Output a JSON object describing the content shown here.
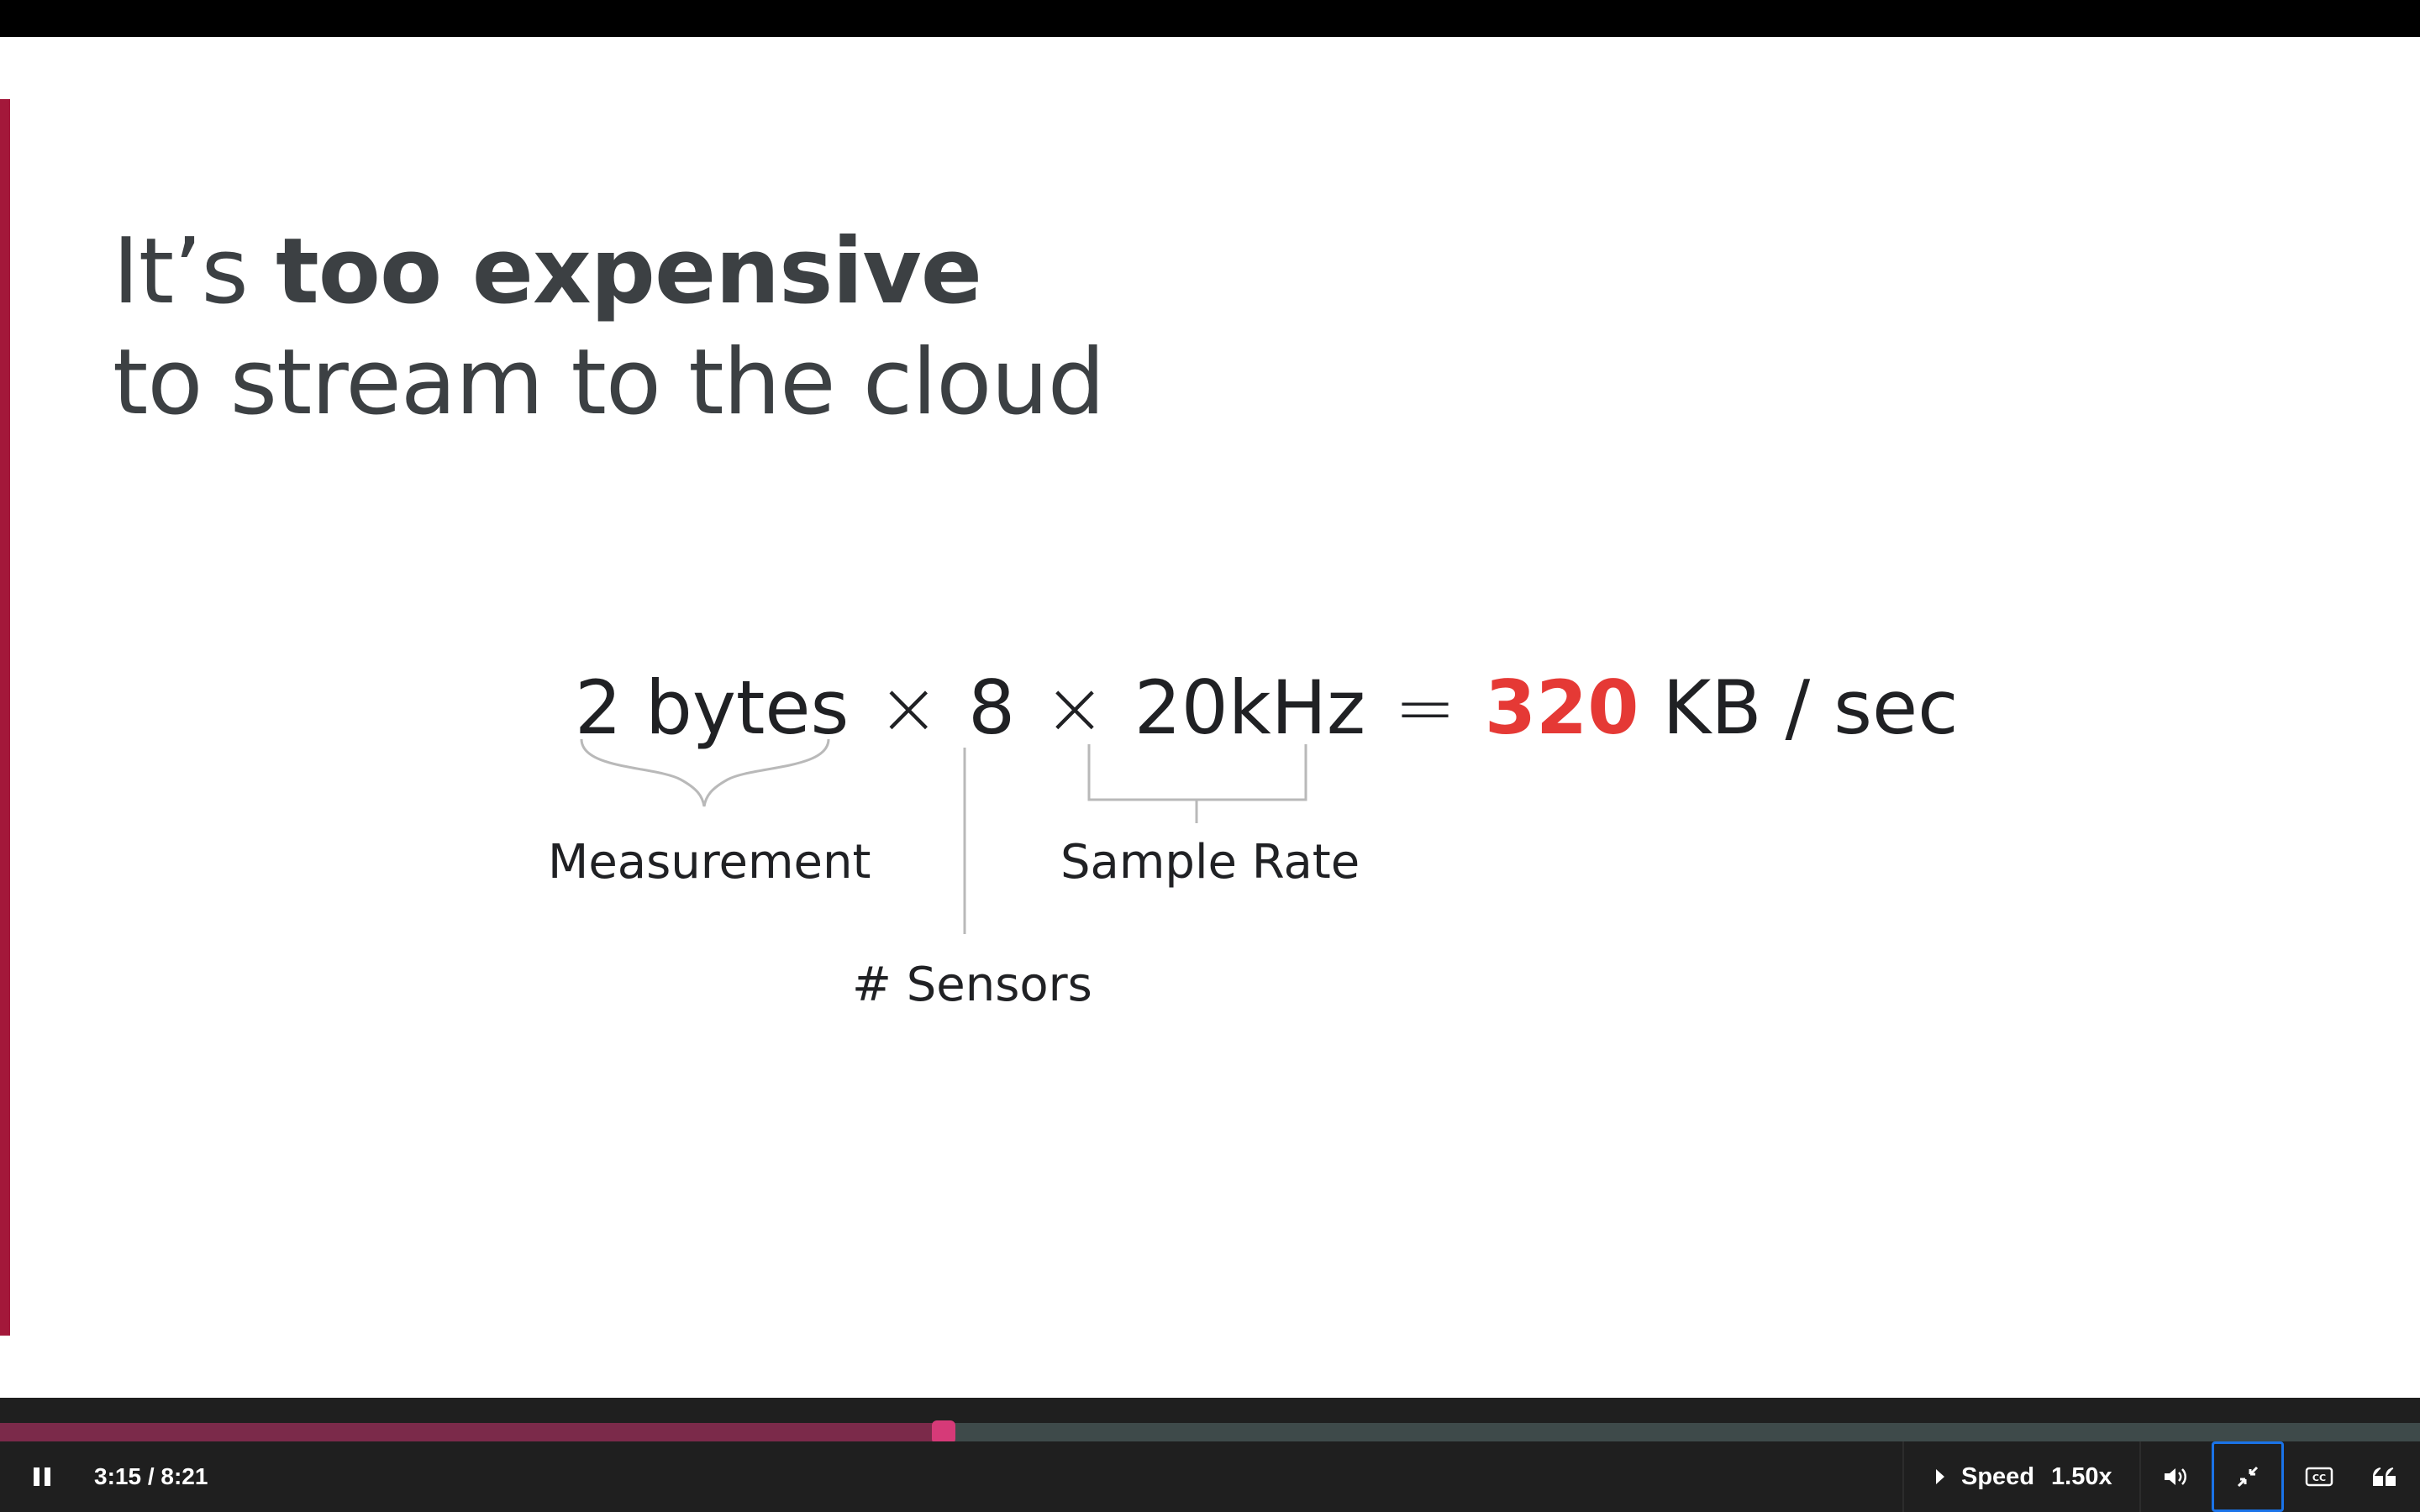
{
  "slide": {
    "title_line1_prefix": "It’s ",
    "title_line1_bold": "too expensive",
    "title_line2": "to stream to the cloud",
    "equation": {
      "term1": "2 bytes",
      "op1": "×",
      "term2": "8",
      "op2": "×",
      "term3": "20kHz",
      "equals": "=",
      "result": "320",
      "unit": "KB / sec"
    },
    "labels": {
      "measurement": "Measurement",
      "sample_rate": "Sample Rate",
      "sensors": "# Sensors"
    },
    "colors": {
      "accent": "#a3183a",
      "result": "#e53935",
      "title": "#3c4043"
    }
  },
  "player": {
    "time_display": "3:15 / 8:21",
    "progress_fraction": 0.39,
    "speed_label": "Speed",
    "speed_value": "1.50x",
    "icons": {
      "play_pause": "pause-icon",
      "volume": "volume-icon",
      "fullscreen": "exit-fullscreen-icon",
      "captions": "cc-icon",
      "transcript": "quote-icon"
    },
    "colors": {
      "progress_fill": "#7b2a4a",
      "progress_handle": "#d63a78",
      "progress_track": "#3e4a4a"
    }
  }
}
